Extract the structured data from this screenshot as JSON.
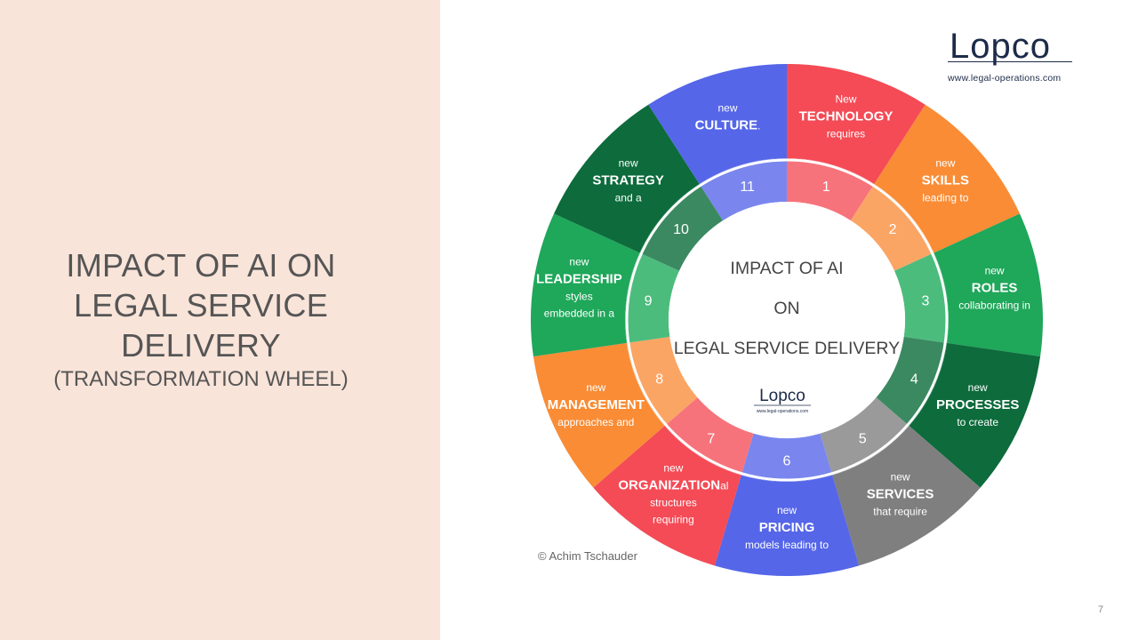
{
  "slide": {
    "title_lines": [
      "IMPACT OF AI ON",
      "LEGAL SERVICE",
      "DELIVERY"
    ],
    "subtitle": "(TRANSFORMATION WHEEL)",
    "page_number": "7",
    "copyright": "© Achim Tschauder"
  },
  "logo": {
    "name": "Lopco",
    "url": "www.legal-operations.com"
  },
  "colors": {
    "left_panel": "#f9e4d9",
    "brand": "#1d2b4a"
  },
  "wheel": {
    "center": {
      "lines": [
        "IMPACT OF AI",
        "ON",
        "LEGAL SERVICE DELIVERY"
      ],
      "logo_name": "Lopco",
      "logo_url": "www.legal-operations.com"
    },
    "segments": [
      {
        "number": "1",
        "pre": "New",
        "keyword": "TECHNOLOGY",
        "suffix": "",
        "post": "requires",
        "color": "#f44b56",
        "inner": "#f7737b"
      },
      {
        "number": "2",
        "pre": "new",
        "keyword": "SKILLS",
        "suffix": "",
        "post": "leading to",
        "color": "#f98c35",
        "inner": "#fba565"
      },
      {
        "number": "3",
        "pre": "new",
        "keyword": "ROLES",
        "suffix": "",
        "post": "collaborating in",
        "color": "#1fa75a",
        "inner": "#4cbc7d"
      },
      {
        "number": "4",
        "pre": "new",
        "keyword": "PROCESSES",
        "suffix": "",
        "post": "to create",
        "color": "#0d6b3c",
        "inner": "#3b8961"
      },
      {
        "number": "5",
        "pre": "new",
        "keyword": "SERVICES",
        "suffix": "",
        "post": "that require",
        "color": "#7f7f7f",
        "inner": "#9a9a9a"
      },
      {
        "number": "6",
        "pre": "new",
        "keyword": "PRICING",
        "suffix": "",
        "post": "models leading to",
        "color": "#5566e8",
        "inner": "#7a86ee"
      },
      {
        "number": "7",
        "pre": "new",
        "keyword": "ORGANIZATION",
        "suffix": "al",
        "post": "structures requiring",
        "color": "#f44b56",
        "inner": "#f7737b"
      },
      {
        "number": "8",
        "pre": "new",
        "keyword": "MANAGEMENT",
        "suffix": "",
        "post": "approaches and",
        "color": "#f98c35",
        "inner": "#fba565"
      },
      {
        "number": "9",
        "pre": "new",
        "keyword": "LEADERSHIP",
        "suffix": "",
        "post": "styles embedded in a",
        "color": "#1fa75a",
        "inner": "#4cbc7d"
      },
      {
        "number": "10",
        "pre": "new",
        "keyword": "STRATEGY",
        "suffix": "",
        "post": "and a",
        "color": "#0d6b3c",
        "inner": "#3b8961"
      },
      {
        "number": "11",
        "pre": "new",
        "keyword": "CULTURE",
        "suffix": ".",
        "post": "",
        "color": "#5566e8",
        "inner": "#7a86ee"
      }
    ]
  }
}
